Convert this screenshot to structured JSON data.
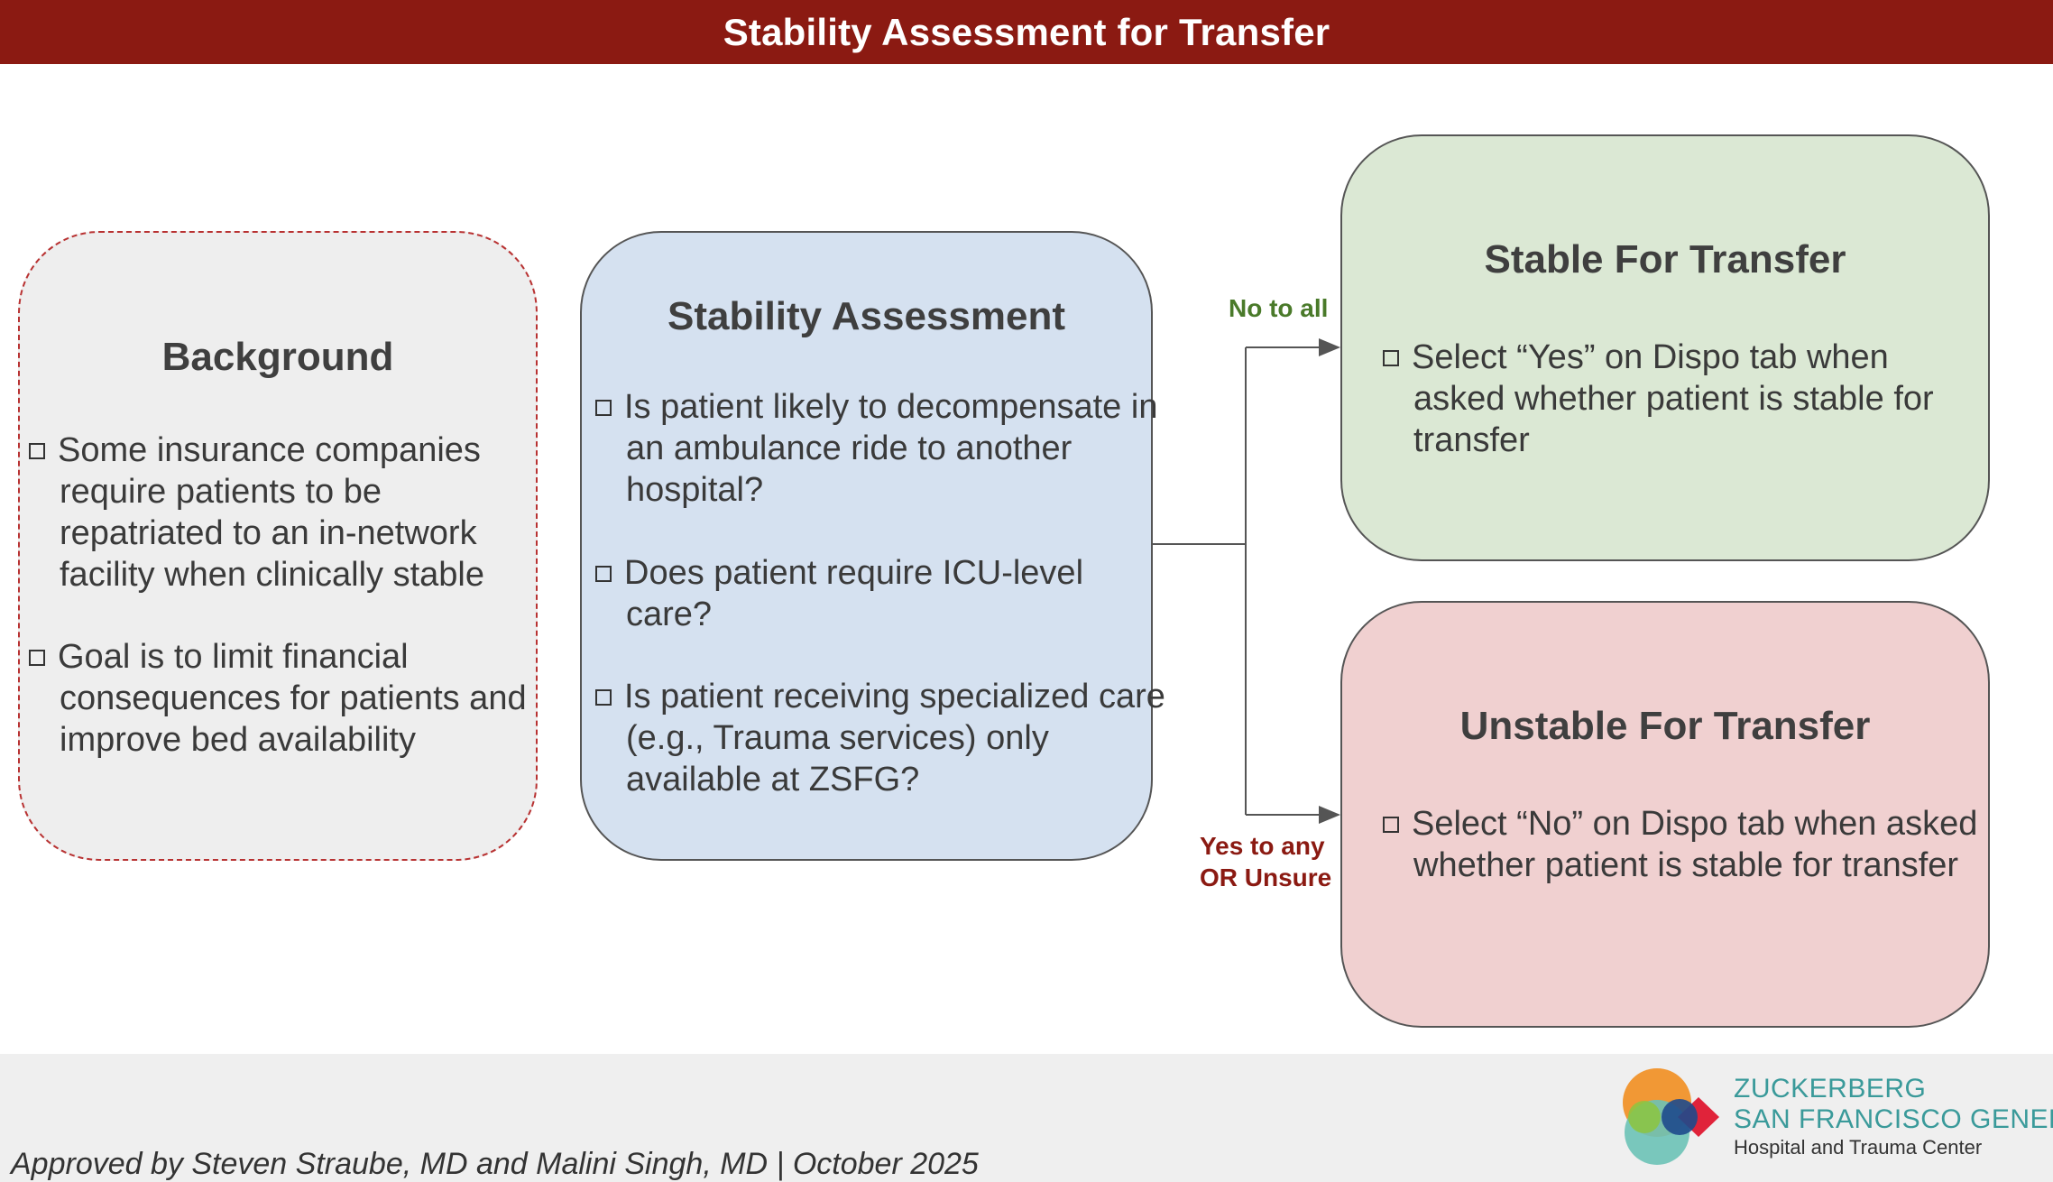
{
  "header": {
    "title": "Stability Assessment for Transfer"
  },
  "background": {
    "title": "Background",
    "items": [
      "Some insurance companies require patients to be repatriated to an in-network facility when clinically stable",
      "Goal is to limit financial consequences for patients and improve bed availability"
    ]
  },
  "assessment": {
    "title": "Stability Assessment",
    "items": [
      "Is patient likely to decompensate in an ambulance ride to another hospital?",
      "Does patient require ICU-level care?",
      "Is patient receiving specialized care (e.g., Trauma services) only available at ZSFG?"
    ]
  },
  "branches": {
    "no_label": "No to all",
    "yes_label_line1": "Yes to any",
    "yes_label_line2": "OR Unsure"
  },
  "stable": {
    "title": "Stable For Transfer",
    "item": "Select “Yes” on Dispo tab when asked whether patient is stable for transfer"
  },
  "unstable": {
    "title": "Unstable For Transfer",
    "item": "Select “No” on Dispo tab when asked whether patient is stable for transfer"
  },
  "footer": {
    "approval": "Approved by Steven Straube, MD and Malini Singh, MD  | October 2025"
  },
  "logo": {
    "line1": "ZUCKERBERG",
    "line2": "SAN FRANCISCO GENERAL",
    "line3": "Hospital and Trauma Center"
  },
  "colors": {
    "header": "#8b1a12",
    "no_label": "#4a7a2a",
    "yes_label": "#8b1a12",
    "stable_fill": "#dbe8d4",
    "unstable_fill": "#f0d0d0",
    "assessment_fill": "#d5e1f0",
    "background_fill": "#eeeeee"
  }
}
